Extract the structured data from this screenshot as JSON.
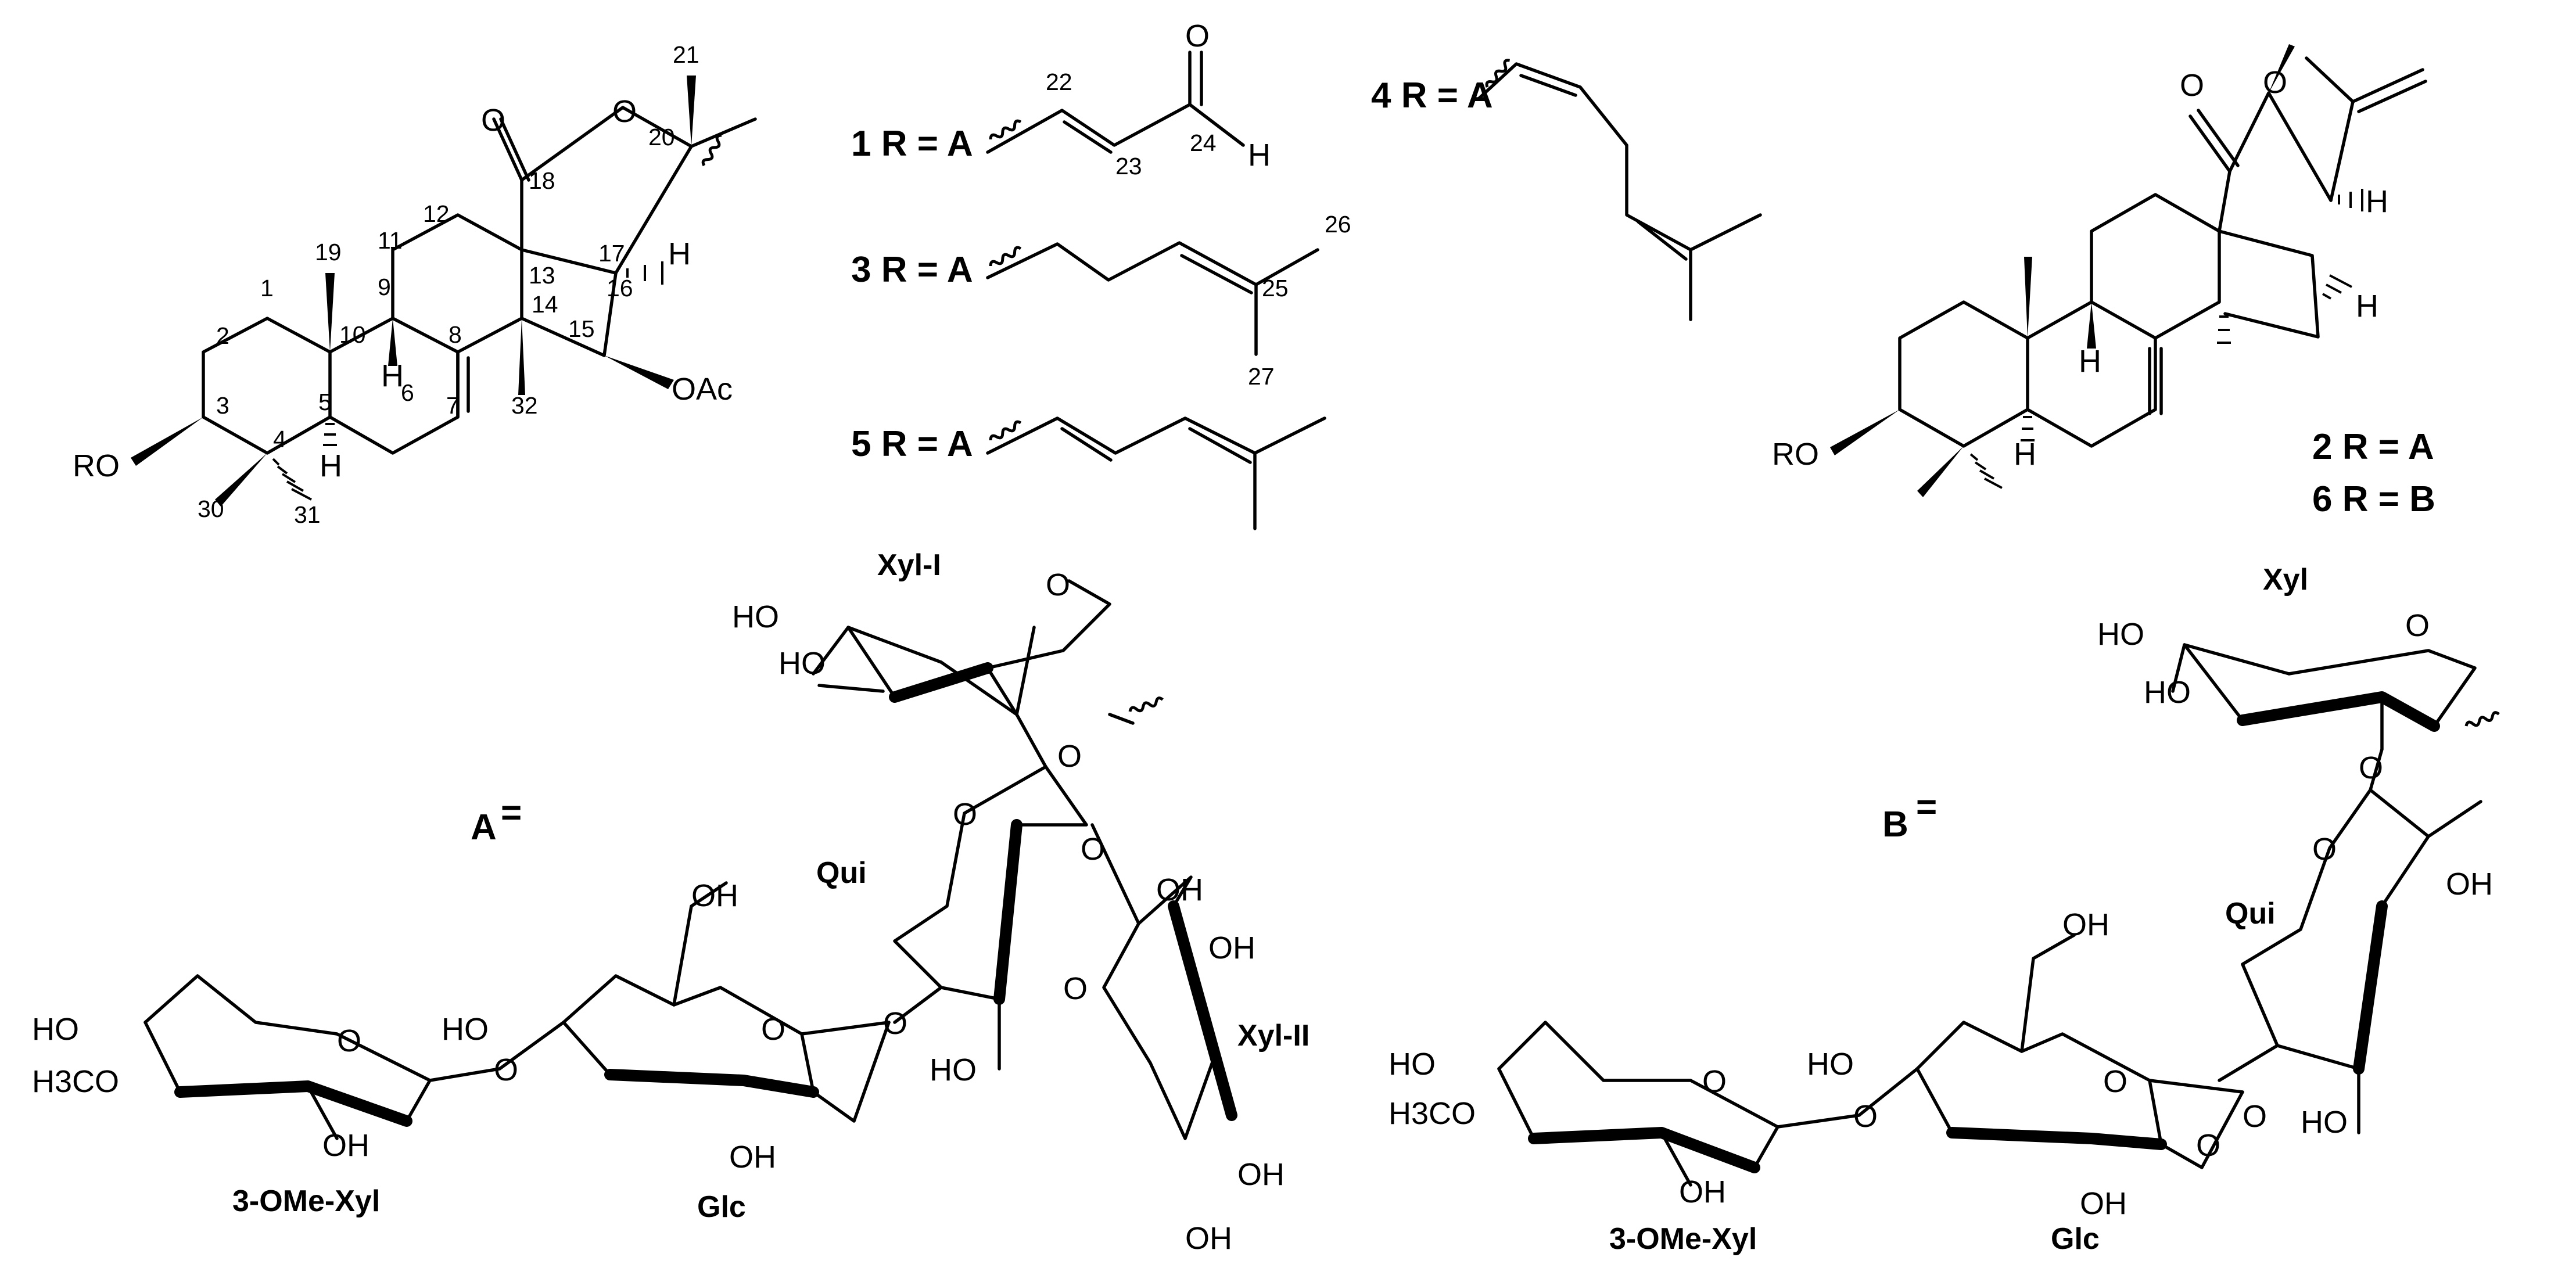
{
  "aglycone_left": {
    "atom_numbers": [
      "1",
      "2",
      "3",
      "4",
      "5",
      "6",
      "7",
      "8",
      "9",
      "10",
      "11",
      "12",
      "13",
      "14",
      "15",
      "16",
      "17",
      "18",
      "19",
      "20",
      "21",
      "30",
      "31",
      "32"
    ],
    "groups": [
      "RO",
      "H",
      "H",
      "OAc",
      "O",
      "O",
      "H"
    ]
  },
  "side_chains": [
    {
      "compound": "1",
      "label": "1 R = A",
      "numbers": [
        "22",
        "23",
        "24"
      ],
      "atoms": [
        "O",
        "H"
      ]
    },
    {
      "compound": "3",
      "label": "3 R = A",
      "numbers": [
        "26",
        "25",
        "27"
      ]
    },
    {
      "compound": "5",
      "label": "5 R = A"
    },
    {
      "compound": "4",
      "label": "4 R = A"
    }
  ],
  "aglycone_right": {
    "groups": [
      "RO",
      "H",
      "H",
      "H",
      "H",
      "O",
      "O"
    ],
    "compound_labels": [
      "2 R = A",
      "6 R = B"
    ]
  },
  "glycan_A": {
    "label": "A",
    "eq": "=",
    "sugars": [
      "Xyl-I",
      "Qui",
      "Xyl-II",
      "3-OMe-Xyl",
      "Glc"
    ],
    "atoms": [
      "HO",
      "HO",
      "O",
      "O",
      "O",
      "O",
      "O",
      "O",
      "OH",
      "HO",
      "O",
      "O",
      "OH",
      "OH",
      "HO",
      "OH",
      "OH",
      "OH",
      "OH",
      "O",
      "HO",
      "H3CO"
    ]
  },
  "glycan_B": {
    "label": "B",
    "eq": "=",
    "sugars": [
      "Xyl",
      "Qui",
      "3-OMe-Xyl",
      "Glc"
    ],
    "atoms": [
      "HO",
      "HO",
      "O",
      "O",
      "O",
      "OH",
      "O",
      "OH",
      "HO",
      "O",
      "O",
      "HO",
      "O",
      "OH",
      "OH",
      "HO",
      "H3CO",
      "O"
    ]
  }
}
